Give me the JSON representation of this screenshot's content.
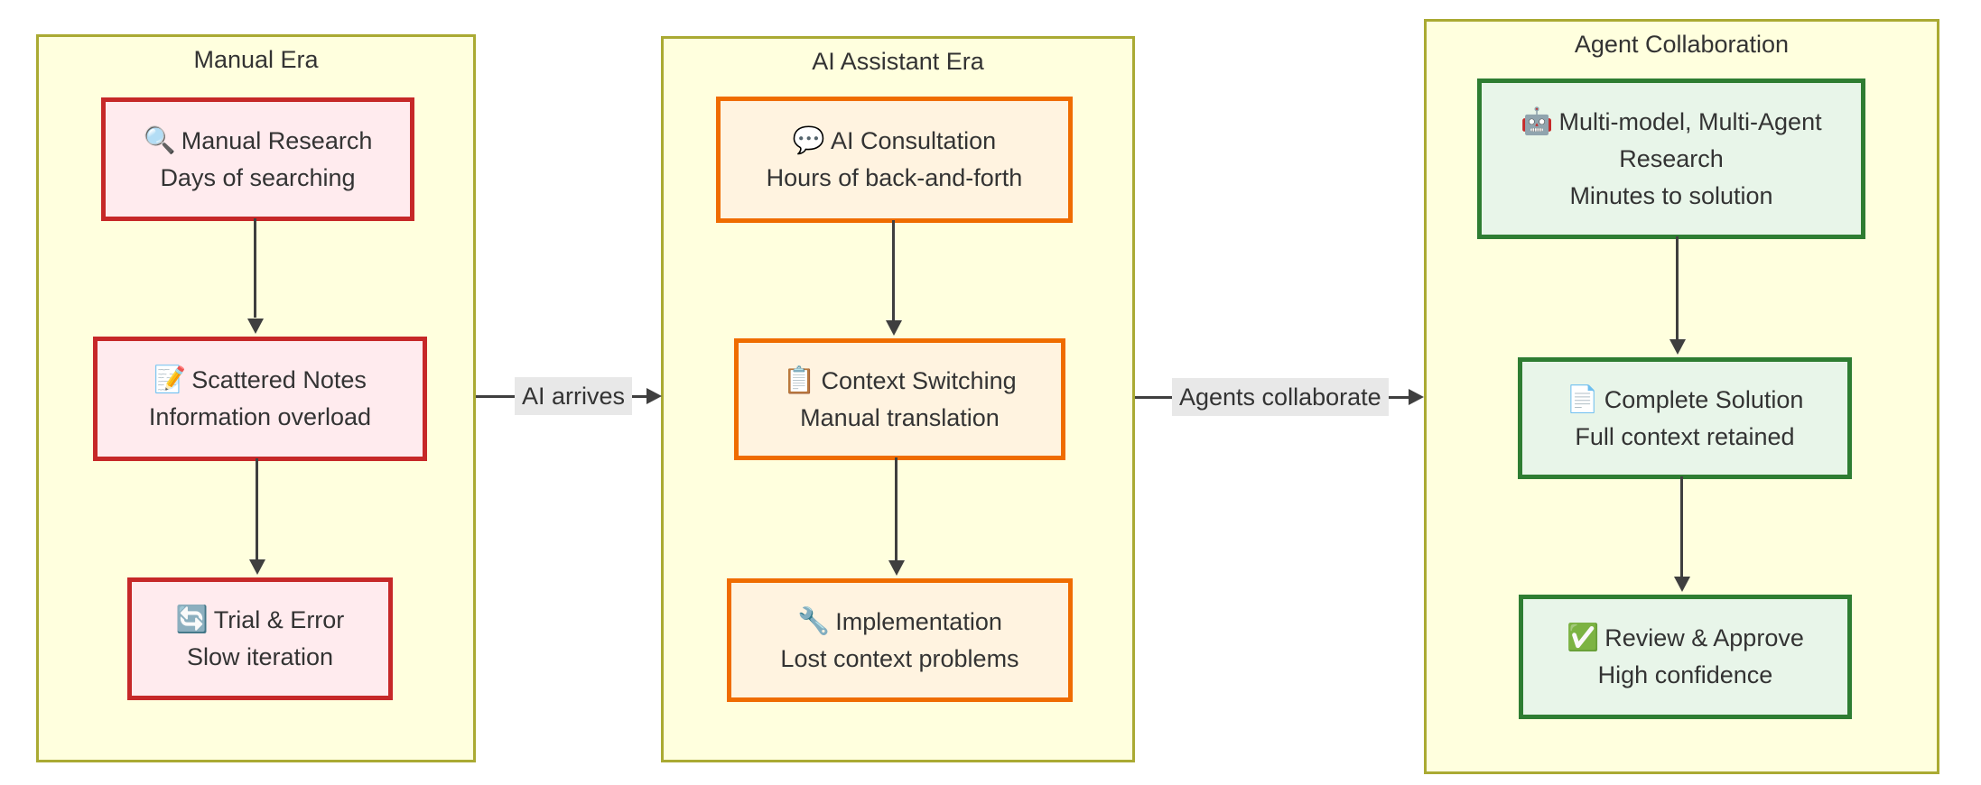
{
  "diagram": {
    "type": "flowchart-left-to-right",
    "colors": {
      "page_background": "#ffffff",
      "text": "#333333",
      "cluster_fill": "#ffffde",
      "cluster_stroke": "#aaaa33",
      "edge": "#3f3f3f",
      "edge_label_background": "#e8e8e8",
      "manual_node_fill": "#ffebee",
      "manual_node_stroke": "#c62828",
      "ai_node_fill": "#fff3e0",
      "ai_node_stroke": "#ef6c00",
      "agent_node_fill": "#e8f5e9",
      "agent_node_stroke": "#2e7d32"
    },
    "clusters": [
      {
        "title": "Manual Era",
        "nodes": [
          {
            "icon": "🔍",
            "title": "Manual Research",
            "subtitle": "Days of searching"
          },
          {
            "icon": "📝",
            "title": "Scattered Notes",
            "subtitle": "Information overload"
          },
          {
            "icon": "🔄",
            "title": "Trial & Error",
            "subtitle": "Slow iteration"
          }
        ]
      },
      {
        "title": "AI Assistant Era",
        "nodes": [
          {
            "icon": "💬",
            "title": "AI Consultation",
            "subtitle": "Hours of back-and-forth"
          },
          {
            "icon": "📋",
            "title": "Context Switching",
            "subtitle": "Manual translation"
          },
          {
            "icon": "🔧",
            "title": "Implementation",
            "subtitle": "Lost context problems"
          }
        ]
      },
      {
        "title": "Agent Collaboration",
        "nodes": [
          {
            "icon": "🤖",
            "title": "Multi-model, Multi-Agent Research",
            "subtitle": "Minutes to solution"
          },
          {
            "icon": "📄",
            "title": "Complete Solution",
            "subtitle": "Full context retained"
          },
          {
            "icon": "✅",
            "title": "Review & Approve",
            "subtitle": "High confidence"
          }
        ]
      }
    ],
    "edges": [
      {
        "label": "AI arrives",
        "from": "Manual Era",
        "to": "AI Assistant Era"
      },
      {
        "label": "Agents collaborate",
        "from": "AI Assistant Era",
        "to": "Agent Collaboration"
      }
    ]
  }
}
